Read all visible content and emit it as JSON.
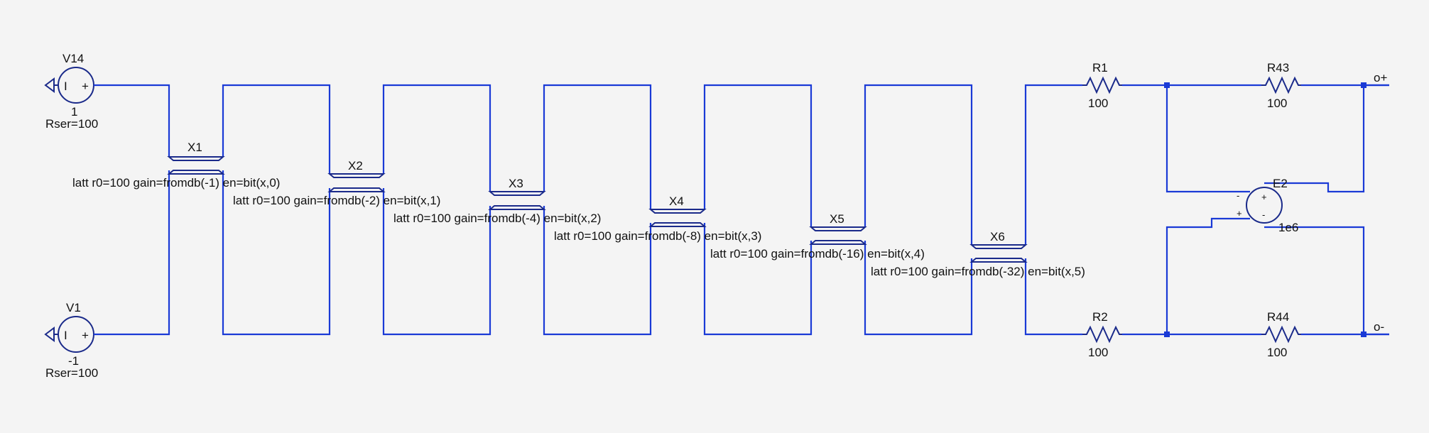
{
  "colors": {
    "wire": "#1a3ad6",
    "symbol": "#1a2a8a",
    "background": "#f4f4f4",
    "text": "#111111"
  },
  "sources": [
    {
      "name": "V14",
      "value": "1",
      "param": "Rser=100"
    },
    {
      "name": "V1",
      "value": "-1",
      "param": "Rser=100"
    }
  ],
  "stages": [
    {
      "name": "X1",
      "params": "latt r0=100 gain=fromdb(-1) en=bit(x,0)"
    },
    {
      "name": "X2",
      "params": "latt r0=100 gain=fromdb(-2) en=bit(x,1)"
    },
    {
      "name": "X3",
      "params": "latt r0=100 gain=fromdb(-4) en=bit(x,2)"
    },
    {
      "name": "X4",
      "params": "latt r0=100 gain=fromdb(-8) en=bit(x,3)"
    },
    {
      "name": "X5",
      "params": "latt r0=100 gain=fromdb(-16) en=bit(x,4)"
    },
    {
      "name": "X6",
      "params": "latt r0=100 gain=fromdb(-32) en=bit(x,5)"
    }
  ],
  "resistors": [
    {
      "name": "R1",
      "value": "100"
    },
    {
      "name": "R43",
      "value": "100"
    },
    {
      "name": "R2",
      "value": "100"
    },
    {
      "name": "R44",
      "value": "100"
    }
  ],
  "amplifier": {
    "name": "E2",
    "value": "1e6",
    "plus": "+",
    "minus": "-"
  },
  "ports": {
    "pos": "o+",
    "neg": "o-"
  },
  "source_glyphs": {
    "left": "I",
    "right": "+"
  }
}
